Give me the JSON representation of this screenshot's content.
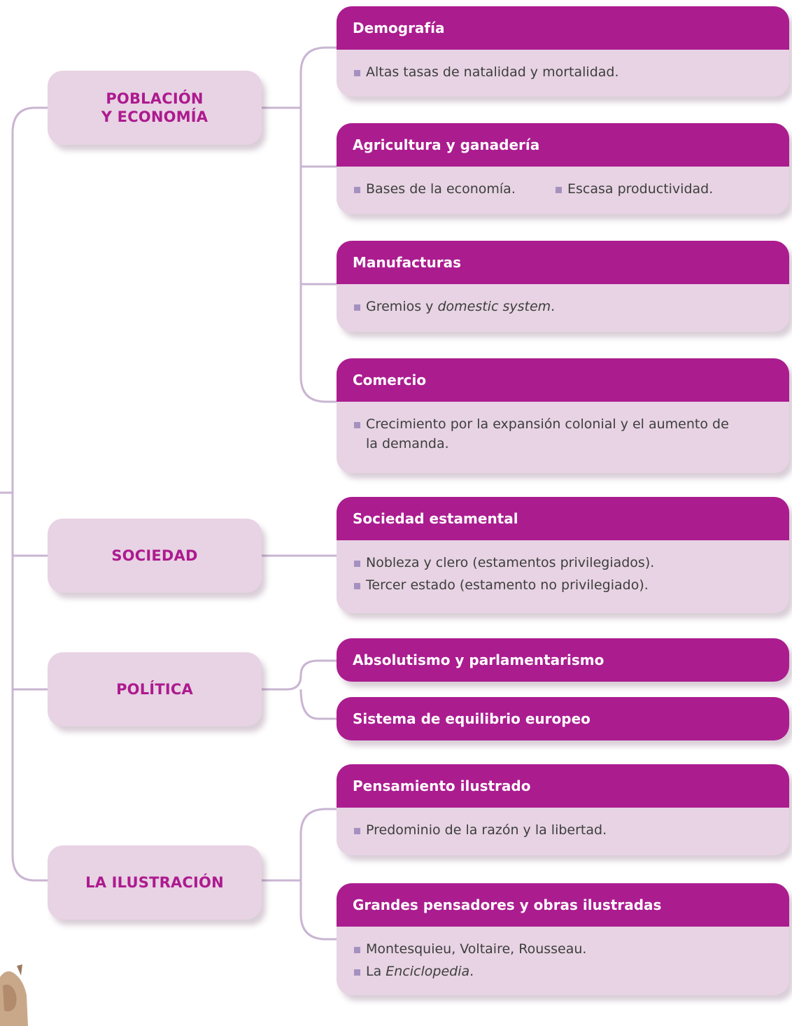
{
  "colors": {
    "accent": "#ab1c8f",
    "box_fill": "#e7d3e3",
    "connector": "#c9b5d2",
    "bullet": "#a491c0",
    "text": "#3e3e3e"
  },
  "categories": [
    {
      "label": "POBLACIÓN\nY ECONOMÍA"
    },
    {
      "label": "SOCIEDAD"
    },
    {
      "label": "POLÍTICA"
    },
    {
      "label": "LA ILUSTRACIÓN"
    }
  ],
  "boxes": {
    "demografia": {
      "title": "Demografía",
      "items": [
        "Altas tasas de natalidad y mortalidad."
      ]
    },
    "agricultura": {
      "title": "Agricultura y ganadería",
      "items": [
        "Bases de la economía.",
        "Escasa productividad."
      ]
    },
    "manufacturas": {
      "title": "Manufacturas",
      "item_prefix": "Gremios y ",
      "item_italic": "domestic system",
      "item_suffix": "."
    },
    "comercio": {
      "title": "Comercio",
      "items": [
        "Crecimiento por la expansión colonial y el aumento de la demanda."
      ]
    },
    "sociedad_estamental": {
      "title": "Sociedad estamental",
      "items": [
        "Nobleza y clero (estamentos privilegiados).",
        "Tercer estado (estamento no privilegiado)."
      ]
    },
    "absolutismo": {
      "title": "Absolutismo y parlamentarismo"
    },
    "equilibrio": {
      "title": "Sistema de equilibrio europeo"
    },
    "pensamiento": {
      "title": "Pensamiento ilustrado",
      "items": [
        "Predominio de la razón y la libertad."
      ]
    },
    "pensadores": {
      "title": "Grandes pensadores y obras ilustradas",
      "items": [
        "Montesquieu, Voltaire, Rousseau."
      ],
      "item2_prefix": "La ",
      "item2_italic": "Enciclopedia",
      "item2_suffix": "."
    }
  }
}
